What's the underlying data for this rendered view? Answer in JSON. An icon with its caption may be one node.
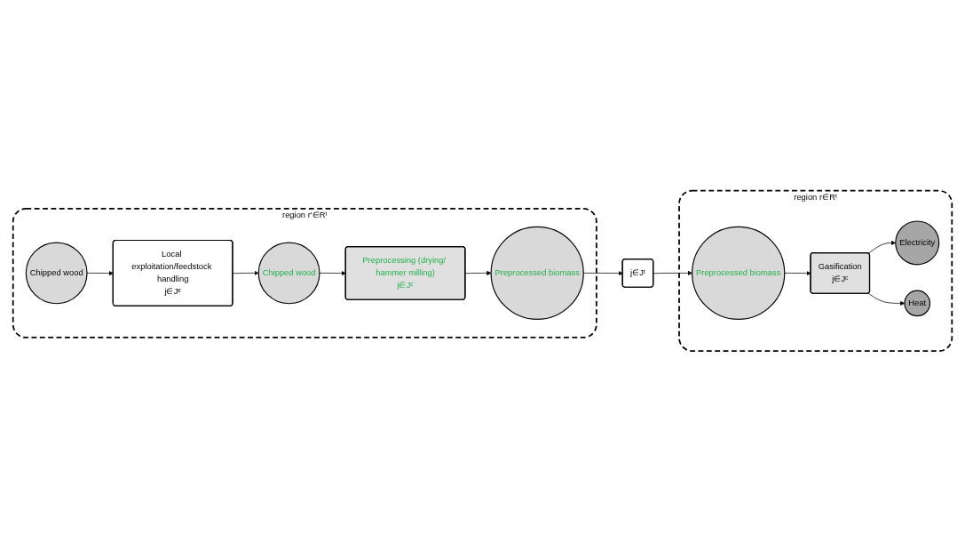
{
  "diagram": {
    "nodes": [
      {
        "text": [
          "region r′∈Rᵗ"
        ]
      },
      {
        "text": [
          "Chipped wood"
        ],
        "in": 0
      },
      {
        "text": [
          "Local exploitation/feedstock handling",
          "j∈Jᵉ"
        ],
        "in": 0
      },
      {
        "text": [
          "Chipped wood"
        ],
        "in": 0
      },
      {
        "text": [
          "Preprocessing (drying/ hammer milling)",
          "j∈Jᶜ"
        ],
        "in": 0
      },
      {
        "text": [
          "Preprocessed biomass"
        ],
        "in": 0
      },
      {
        "text": [
          "j∈Jᵗ"
        ]
      },
      {
        "text": [
          "region r∈Rᵗ"
        ]
      },
      {
        "text": [
          "Preprocessed biomass"
        ],
        "in": 7
      },
      {
        "text": [
          "Gasification",
          "j∈Jᶜ"
        ],
        "in": 7
      },
      {
        "text": [
          "Electricity"
        ],
        "in": 7
      },
      {
        "text": [
          "Heat"
        ],
        "in": 7
      }
    ],
    "edges": [
      {
        "from": 1,
        "to": 2,
        "arrow": "to"
      },
      {
        "from": 2,
        "to": 3,
        "arrow": "to"
      },
      {
        "from": 3,
        "to": 4,
        "arrow": "to"
      },
      {
        "from": 4,
        "to": 5,
        "arrow": "to"
      },
      {
        "from": 5,
        "to": 6,
        "arrow": "to"
      },
      {
        "from": 6,
        "to": 8,
        "arrow": "to"
      },
      {
        "from": 8,
        "to": 9,
        "arrow": "to"
      },
      {
        "from": 9,
        "to": 10,
        "arrow": "to"
      },
      {
        "from": 9,
        "to": 11,
        "arrow": "to"
      }
    ]
  }
}
